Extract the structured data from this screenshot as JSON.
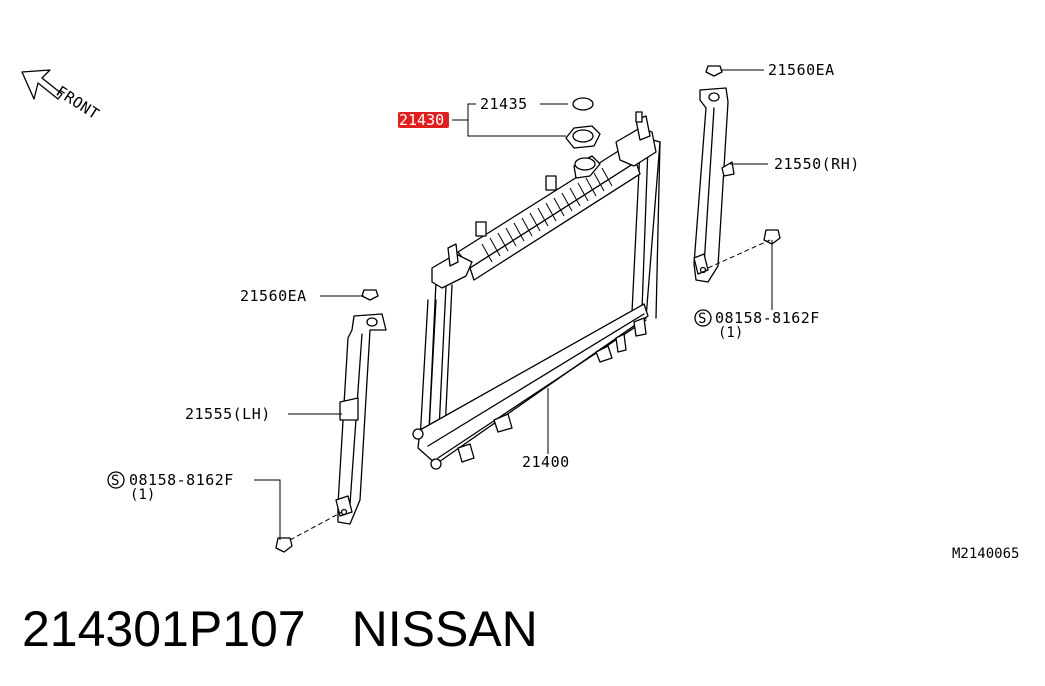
{
  "diagram": {
    "front_label": "FRONT",
    "highlight_color": "#e02020",
    "parts": {
      "p21435": "21435",
      "p21430": "21430",
      "p21560ea_right": "21560EA",
      "p21550": "21550(RH)",
      "p08158_right": "08158-8162F",
      "p08158_right_qty": "(1)",
      "p21560ea_left": "21560EA",
      "p21555": "21555(LH)",
      "p08158_left": "08158-8162F",
      "p08158_left_qty": "(1)",
      "p21400": "21400"
    },
    "screw_symbol": "S",
    "reference_code": "M2140065"
  },
  "caption": {
    "part_number": "214301P107",
    "brand": "NISSAN"
  }
}
